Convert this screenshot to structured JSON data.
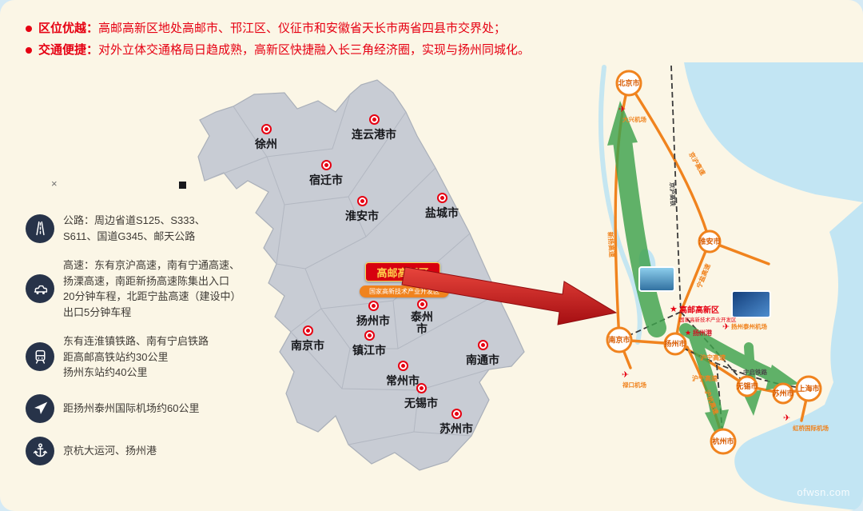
{
  "colors": {
    "accent_red": "#e60012",
    "badge_bg": "#d7000f",
    "badge_text": "#ffd24d",
    "road_orange": "#f0831e",
    "railway_dark": "#4a4a4a",
    "arrow_green": "#3fa34d",
    "big_arrow_red": "#cf1322",
    "water_blue": "#c2e5f3",
    "map_gray": "#c8ccd4",
    "background_cream": "#fbf6e6"
  },
  "header": {
    "bullets": [
      {
        "label": "区位优越：",
        "text": "高邮高新区地处高邮市、邗江区、仪征市和安徽省天长市两省四县市交界处；"
      },
      {
        "label": "交通便捷：",
        "text": "对外立体交通格局日趋成熟，高新区快捷融入长三角经济圈，实现与扬州同城化。"
      }
    ]
  },
  "transport": {
    "items": [
      {
        "icon": "road-icon",
        "lines": [
          "公路：周边省道S125、S333、",
          "S611、国道G345、邮天公路"
        ]
      },
      {
        "icon": "car-icon",
        "lines": [
          "高速：东有京沪高速，南有宁通高速、",
          "扬溧高速，南距新扬高速陈集出入口",
          "20分钟车程，北距宁盐高速（建设中）",
          "出口5分钟车程"
        ]
      },
      {
        "icon": "train-icon",
        "lines": [
          "东有连淮镇铁路、南有宁启铁路",
          "距高邮高铁站约30公里",
          "扬州东站约40公里"
        ]
      },
      {
        "icon": "plane-icon",
        "lines": [
          "距扬州泰州国际机场约60公里"
        ]
      },
      {
        "icon": "anchor-icon",
        "lines": [
          "京杭大运河、扬州港"
        ]
      }
    ]
  },
  "province_map": {
    "cities": [
      "徐州",
      "连云港市",
      "宿迁市",
      "淮安市",
      "盐城市",
      "扬州市",
      "泰州市",
      "南京市",
      "镇江市",
      "南通市",
      "常州市",
      "无锡市",
      "苏州市"
    ],
    "zone_badge": "高邮高新区",
    "zone_sub_badge": "国家高新技术产业开发区"
  },
  "regional_map": {
    "nodes": [
      "北京市",
      "淮安市",
      "南京市",
      "扬州市",
      "无锡市",
      "苏州市",
      "上海市",
      "杭州市"
    ],
    "airports": [
      "大兴机场",
      "扬州泰州机场",
      "禄口机场",
      "虹桥国际机场"
    ],
    "road_labels": [
      "京沪高速",
      "新扬高速",
      "宁盐高速",
      "沪宁高速",
      "沪宁高速",
      "沪杭高速"
    ],
    "railway_labels": [
      "京沪高铁",
      "宁启铁路"
    ],
    "zone_label": "高邮高新区",
    "zone_sub_label": "国家高新技术产业开发区",
    "port_label": "扬州港"
  },
  "decor": {
    "cross_mark": "×"
  },
  "watermark": "ofwsn.com"
}
